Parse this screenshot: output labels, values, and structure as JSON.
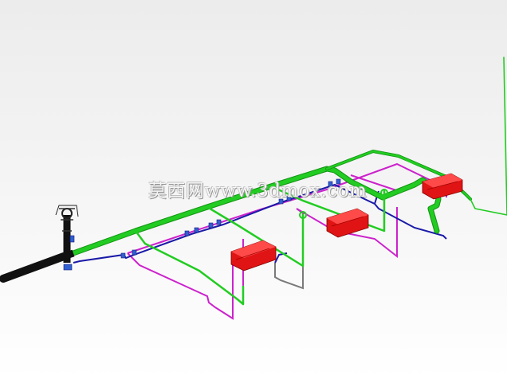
{
  "watermark": {
    "text": "莫西网www.3dmox.com"
  },
  "colors": {
    "supply_pipe": "#22cc22",
    "supply_pipe_dark": "#129412",
    "return_pipe": "#cc22cc",
    "drain_pipe": "#1a1aa8",
    "condensate_pipe": "#7a7a7a",
    "main_riser": "#111111",
    "radiator_units": "#e01414",
    "fittings": "#3060d0"
  },
  "icons": {
    "radiator_unit": "red-heater-box",
    "valve_fitting": "blue-valve",
    "riser_pipe": "black-vertical-pipe"
  }
}
